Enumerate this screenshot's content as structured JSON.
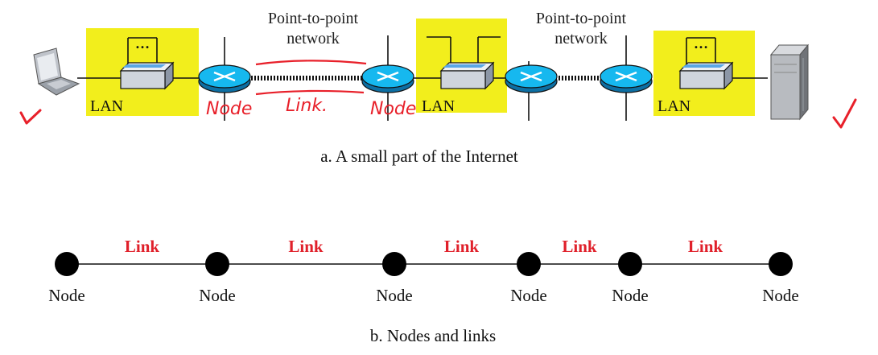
{
  "top": {
    "p2p_labels": [
      {
        "line1": "Point-to-point",
        "line2": "network"
      },
      {
        "line1": "Point-to-point",
        "line2": "network"
      }
    ],
    "lan_label": "LAN",
    "switch_dots": "…",
    "caption": "a. A small part of the Internet",
    "annotations": {
      "node1": "Node",
      "link": "Link.",
      "node2": "Node"
    }
  },
  "bottom": {
    "node_label": "Node",
    "link_label": "Link",
    "caption": "b. Nodes and links",
    "node_count": 6,
    "link_count": 5
  },
  "colors": {
    "lan_fill": "#f2ee1c",
    "router_fill": "#16b8ef",
    "switch_fill": "#d2d6dd",
    "link_text": "#e0202a",
    "annotation": "#e8202a",
    "node_fill": "#000000"
  },
  "icons": [
    "laptop-icon",
    "server-icon",
    "router-icon",
    "switch-icon",
    "checkmark-icon"
  ]
}
